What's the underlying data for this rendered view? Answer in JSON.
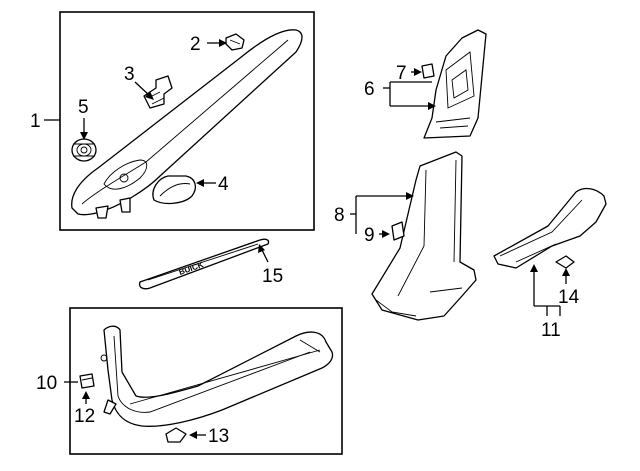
{
  "callouts": {
    "c1": "1",
    "c2": "2",
    "c3": "3",
    "c4": "4",
    "c5": "5",
    "c6": "6",
    "c7": "7",
    "c8": "8",
    "c9": "9",
    "c10": "10",
    "c11": "11",
    "c12": "12",
    "c13": "13",
    "c14": "14",
    "c15": "15"
  },
  "scuff_plate_logo": "BUICK"
}
